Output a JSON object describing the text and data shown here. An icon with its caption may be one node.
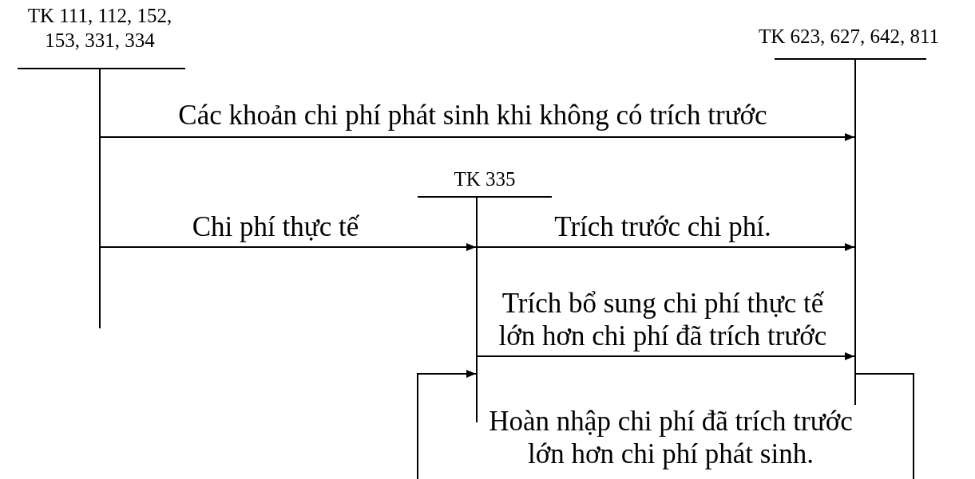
{
  "diagram": {
    "nodes": [
      {
        "text": [
          "TK 111, 112, 152, 153, 331, 334"
        ]
      },
      {
        "text": [
          "TK 335"
        ]
      },
      {
        "text": [
          "TK 623, 627, 642, 811"
        ]
      }
    ],
    "edges": [
      {
        "from": 0,
        "to": 2,
        "arrow": "to",
        "label": "Các khoản chi phí phát sinh khi không có trích trước"
      },
      {
        "from": 0,
        "to": 1,
        "arrow": "to",
        "label": "Chi phí thực tế"
      },
      {
        "from": 1,
        "to": 2,
        "arrow": "to",
        "label": "Trích trước chi phí."
      },
      {
        "from": 1,
        "to": 2,
        "arrow": "to",
        "label": "Trích bổ sung chi phí thực tế lớn hơn chi phí đã trích trước"
      },
      {
        "from": 2,
        "to": 1,
        "arrow": "to",
        "label": "Hoàn nhập chi phí đã trích trước lớn hơn chi phí phát sinh."
      }
    ]
  }
}
